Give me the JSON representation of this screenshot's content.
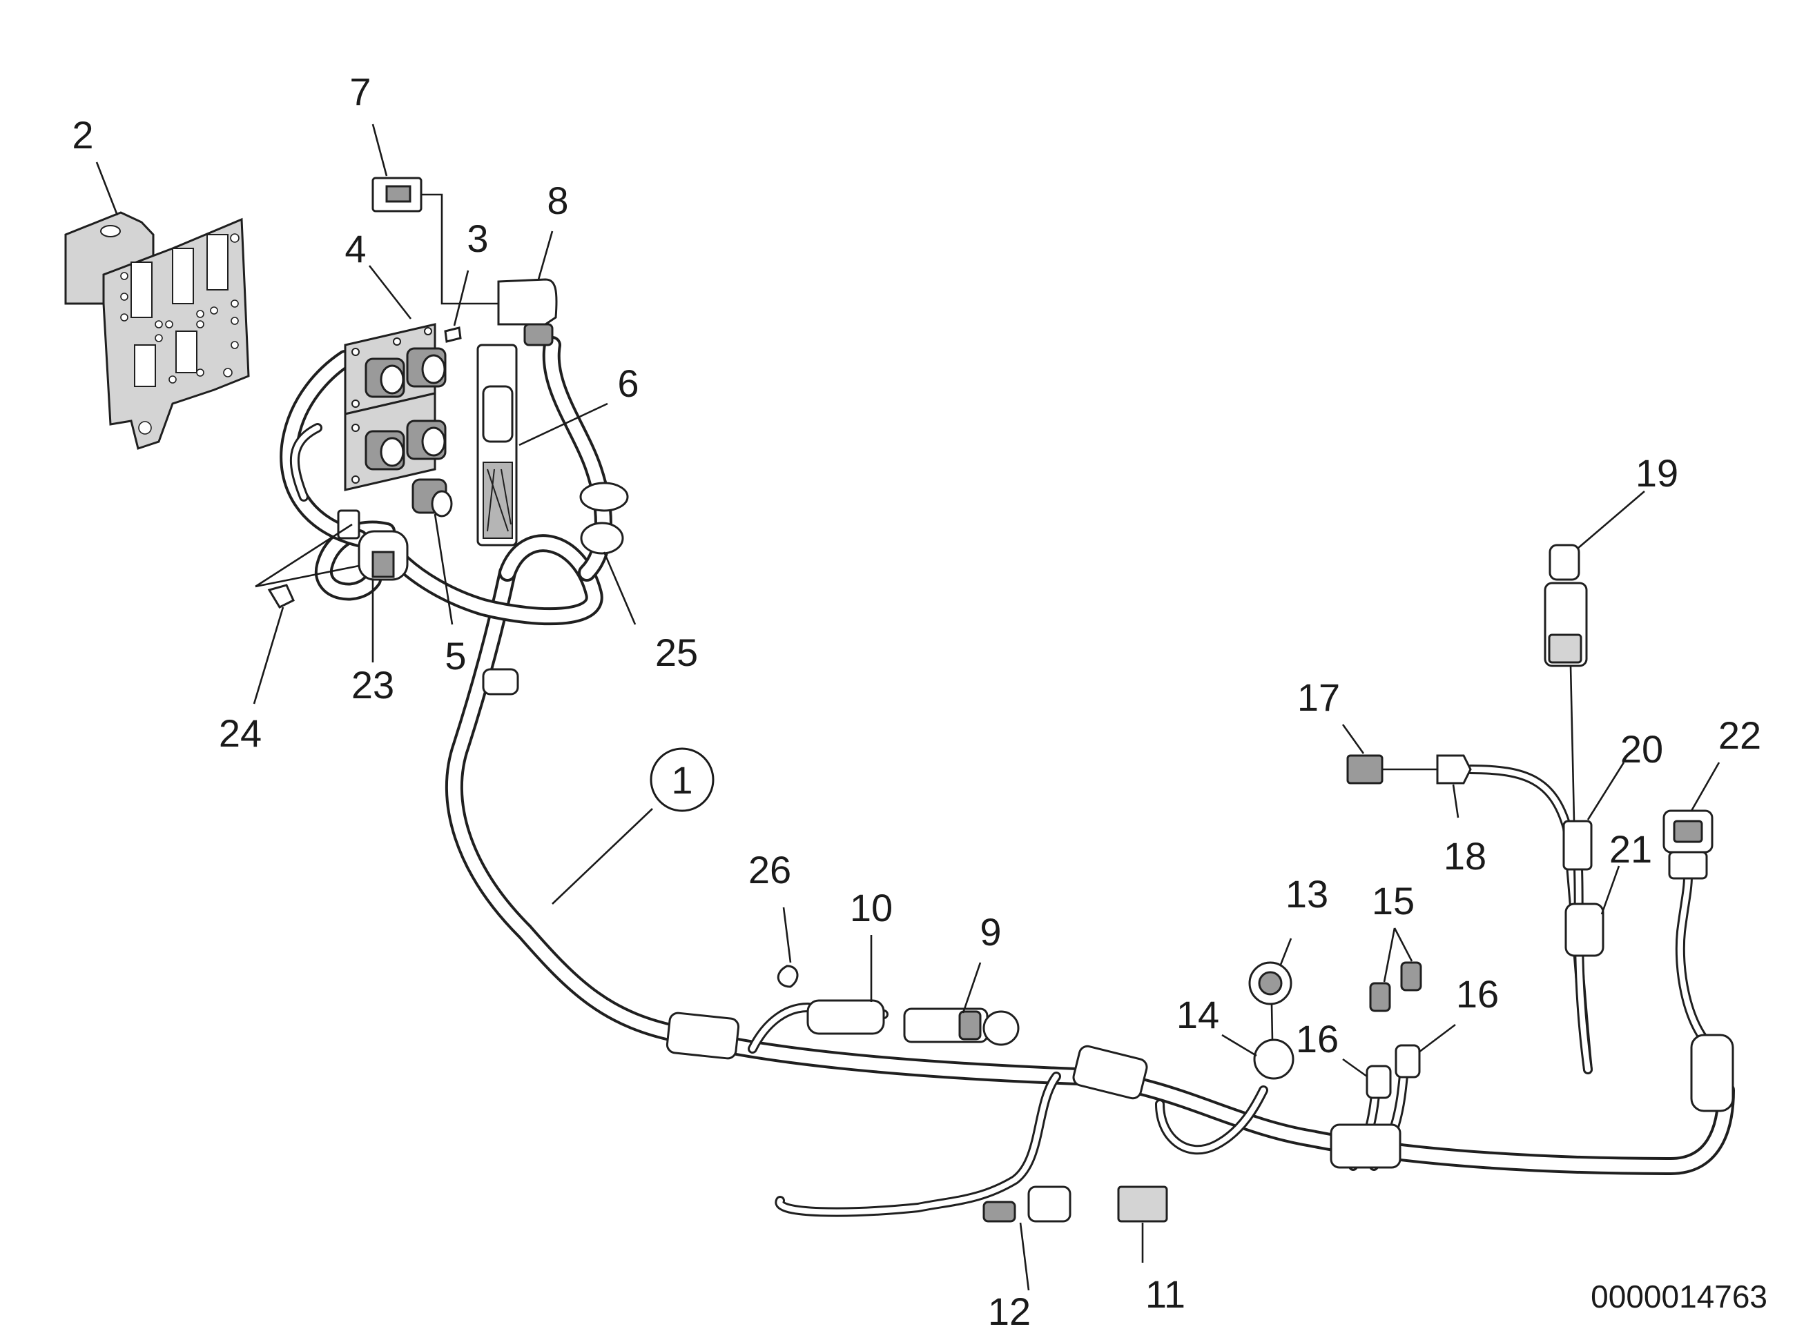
{
  "figure": {
    "number": "0000014763"
  },
  "callouts": [
    {
      "id": "c1",
      "label": "1",
      "circled": true
    },
    {
      "id": "c2",
      "label": "2"
    },
    {
      "id": "c3",
      "label": "3"
    },
    {
      "id": "c4",
      "label": "4"
    },
    {
      "id": "c5",
      "label": "5"
    },
    {
      "id": "c6",
      "label": "6"
    },
    {
      "id": "c7",
      "label": "7"
    },
    {
      "id": "c8",
      "label": "8"
    },
    {
      "id": "c9",
      "label": "9"
    },
    {
      "id": "c10",
      "label": "10"
    },
    {
      "id": "c11",
      "label": "11"
    },
    {
      "id": "c12",
      "label": "12"
    },
    {
      "id": "c13",
      "label": "13"
    },
    {
      "id": "c14",
      "label": "14"
    },
    {
      "id": "c15",
      "label": "15"
    },
    {
      "id": "c16a",
      "label": "16"
    },
    {
      "id": "c16b",
      "label": "16"
    },
    {
      "id": "c17",
      "label": "17"
    },
    {
      "id": "c18",
      "label": "18"
    },
    {
      "id": "c19",
      "label": "19"
    },
    {
      "id": "c20",
      "label": "20"
    },
    {
      "id": "c21",
      "label": "21"
    },
    {
      "id": "c22",
      "label": "22"
    },
    {
      "id": "c23",
      "label": "23"
    },
    {
      "id": "c24",
      "label": "24"
    },
    {
      "id": "c25",
      "label": "25"
    },
    {
      "id": "c26",
      "label": "26"
    }
  ]
}
